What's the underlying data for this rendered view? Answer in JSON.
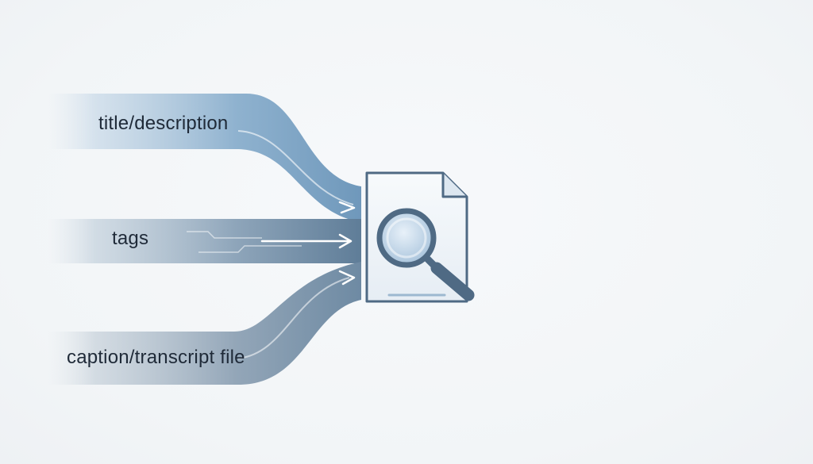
{
  "inputs": [
    {
      "label": "title/description"
    },
    {
      "label": "tags"
    },
    {
      "label": "caption/transcript file"
    }
  ],
  "target": {
    "icon": "document-search-icon"
  },
  "colors": {
    "stream_light": "#c9d8e6",
    "stream_mid": "#7fa6c6",
    "stream_dark": "#5e7f9e",
    "icon_stroke": "#4f6a84",
    "icon_fill": "#eef3f8",
    "lens_fill": "#b8cfe3"
  }
}
